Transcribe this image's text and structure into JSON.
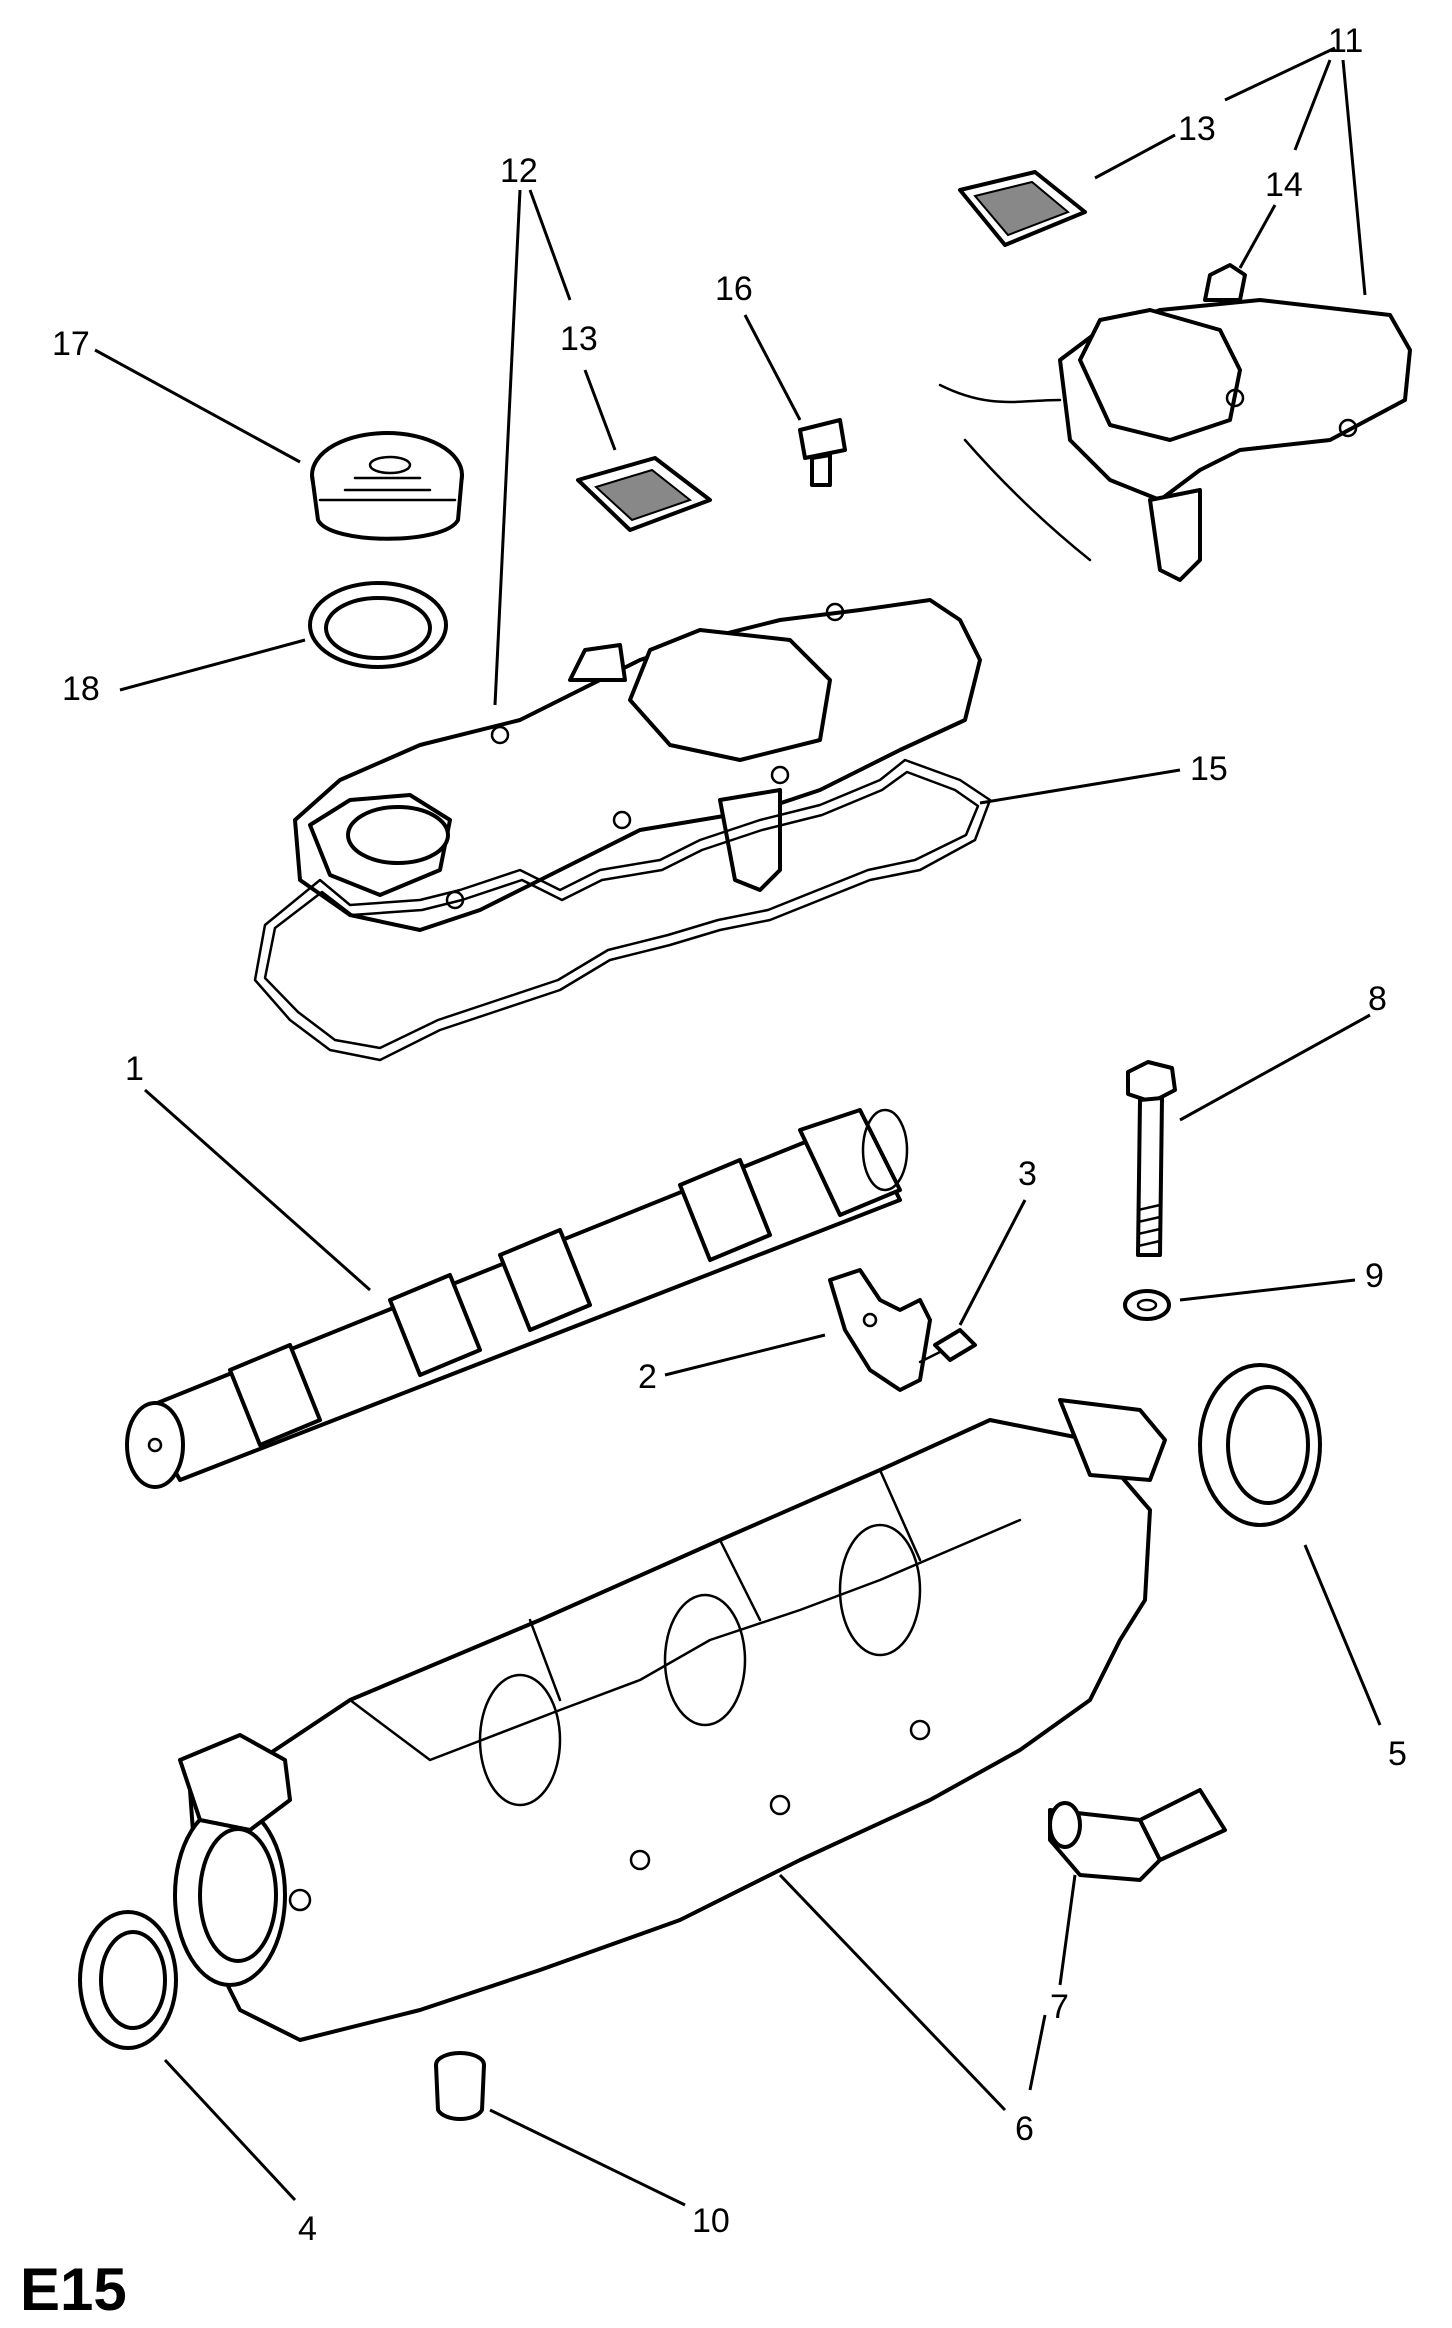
{
  "page_code": "E15",
  "callouts": {
    "c1": "1",
    "c2": "2",
    "c3": "3",
    "c4": "4",
    "c5": "5",
    "c6": "6",
    "c7": "7",
    "c8": "8",
    "c9": "9",
    "c10": "10",
    "c11": "11",
    "c12": "12",
    "c13a": "13",
    "c13b": "13",
    "c14": "14",
    "c15": "15",
    "c16": "16",
    "c17": "17",
    "c18": "18"
  }
}
